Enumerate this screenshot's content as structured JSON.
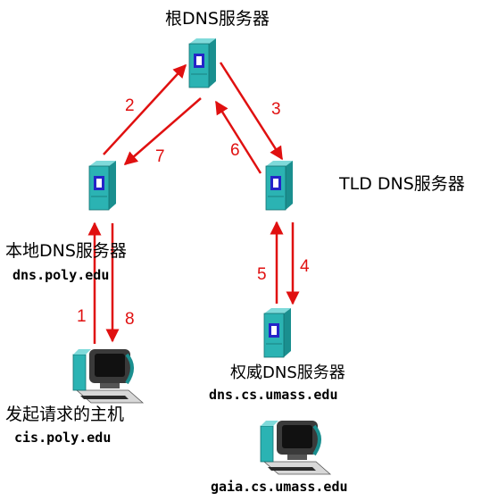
{
  "servers": {
    "root": {
      "label": "根DNS服务器"
    },
    "tld": {
      "label": "TLD DNS服务器"
    },
    "local": {
      "label": "本地DNS服务器",
      "host": "dns.poly.edu"
    },
    "authoritative": {
      "label": "权威DNS服务器",
      "host": "dns.cs.umass.edu"
    }
  },
  "hosts": {
    "requester": {
      "label": "发起请求的主机",
      "host": "cis.poly.edu"
    },
    "target": {
      "host": "gaia.cs.umass.edu"
    }
  },
  "steps": [
    "1",
    "2",
    "3",
    "4",
    "5",
    "6",
    "7",
    "8"
  ],
  "colors": {
    "arrow": "#e01010",
    "server_body": "#2bb3b3",
    "server_panel": "#2424c8",
    "screen_bezel": "#3a3a3a"
  },
  "icons": {
    "server": "server-tower-icon",
    "computer": "desktop-computer-icon"
  }
}
